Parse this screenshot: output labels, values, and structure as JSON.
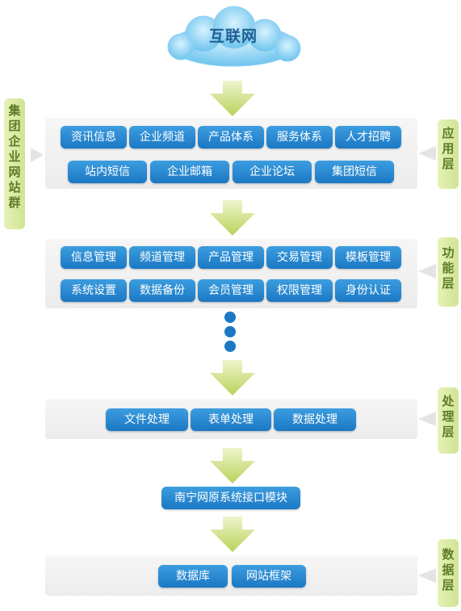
{
  "cloud": {
    "label": "互联网"
  },
  "left_label": "集团企业网站群",
  "layers": {
    "app": {
      "label": "应用层",
      "row1": [
        "资讯信息",
        "企业频道",
        "产品体系",
        "服务体系",
        "人才招聘"
      ],
      "row2": [
        "站内短信",
        "企业邮箱",
        "企业论坛",
        "集团短信"
      ]
    },
    "func": {
      "label": "功能层",
      "row1": [
        "信息管理",
        "频道管理",
        "产品管理",
        "交易管理",
        "模板管理"
      ],
      "row2": [
        "系统设置",
        "数据备份",
        "会员管理",
        "权限管理",
        "身份认证"
      ]
    },
    "proc": {
      "label": "处理层",
      "row1": [
        "文件处理",
        "表单处理",
        "数据处理"
      ]
    },
    "iface": {
      "label": "南宁网原系统接口模块"
    },
    "data": {
      "label": "数据层",
      "row1": [
        "数据库",
        "网站框架"
      ]
    }
  },
  "colors": {
    "button": "#2488d0",
    "side_label": "#d5e8a0",
    "arrow": "#c2d86a",
    "cloud": "#7ccaf2"
  }
}
